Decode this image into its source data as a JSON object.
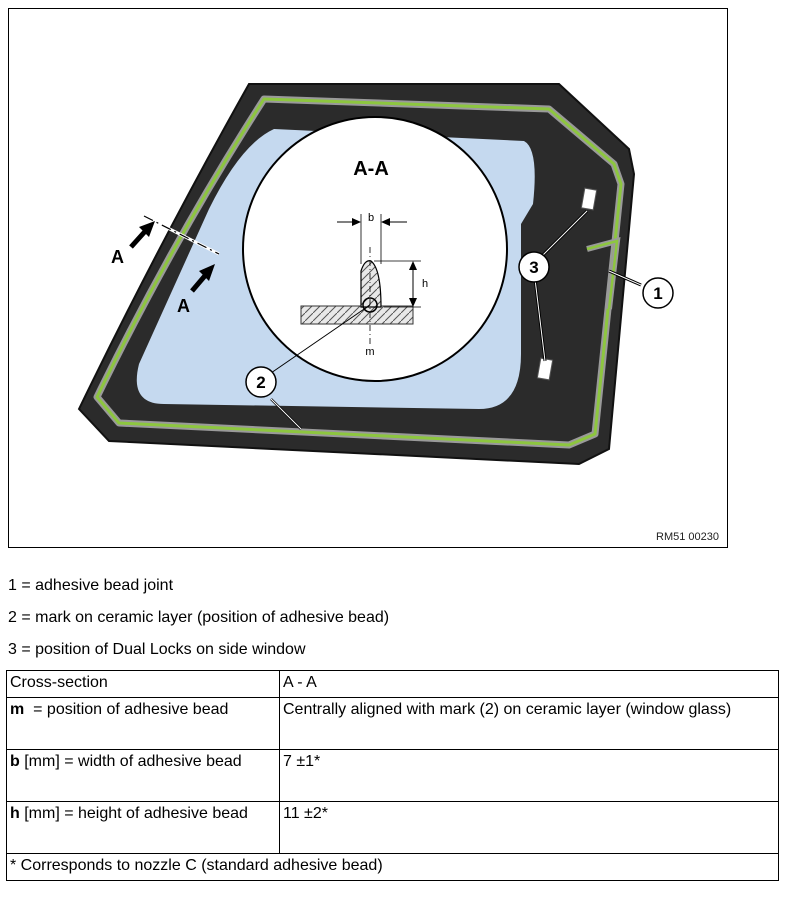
{
  "figure": {
    "section_label": "A-A",
    "cut_label_top": "A",
    "cut_label_bottom": "A",
    "dim_b": "b",
    "dim_h": "h",
    "mark_m": "m",
    "callout_1": "1",
    "callout_2": "2",
    "callout_3": "3",
    "code": "RM51 00230",
    "colors": {
      "frame": "#2b2b2b",
      "glass": "#c5d9ef",
      "bead": "#8dc63f",
      "mark": "#9a9a9a"
    }
  },
  "legend": [
    "1 = adhesive bead joint",
    "2 = mark on ceramic layer (position of adhesive bead)",
    "3 = position of Dual Locks on side window"
  ],
  "table": {
    "header": {
      "col1": "Cross-section",
      "col2": "A - A"
    },
    "rows": [
      {
        "key": "m",
        "desc": "  = position of adhesive bead",
        "value": "Centrally aligned with mark (2) on ceramic layer (window glass)"
      },
      {
        "key": "b",
        "desc": " [mm] = width of adhesive bead",
        "value": "7 ±1*"
      },
      {
        "key": "h",
        "desc": " [mm] = height of adhesive bead",
        "value": "11 ±2*"
      }
    ],
    "footnote": "* Corresponds to nozzle C (standard adhesive bead)"
  }
}
